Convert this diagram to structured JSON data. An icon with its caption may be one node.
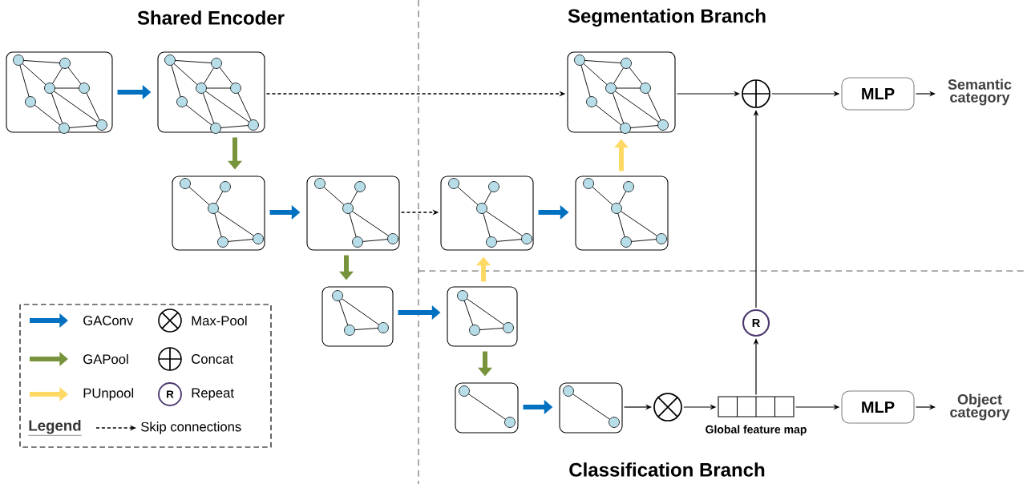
{
  "diagram": {
    "nodes": [
      {
        "text": [],
        "shape": "picture"
      },
      {
        "text": [],
        "shape": "picture"
      },
      {
        "text": [],
        "shape": "picture"
      },
      {
        "text": [],
        "shape": "circle"
      },
      {
        "text": [
          "MLP"
        ]
      },
      {
        "text": [
          "Semantic category"
        ]
      },
      {
        "text": [],
        "shape": "picture"
      },
      {
        "text": [],
        "shape": "picture"
      },
      {
        "text": [],
        "shape": "picture"
      },
      {
        "text": [],
        "shape": "picture"
      },
      {
        "text": [],
        "shape": "picture"
      },
      {
        "text": [],
        "shape": "picture"
      },
      {
        "text": [],
        "shape": "picture"
      },
      {
        "text": [],
        "shape": "picture"
      },
      {
        "text": [],
        "shape": "circle"
      },
      {
        "text": [],
        "shape": "bar",
        "beside": [
          "Global feature map"
        ]
      },
      {
        "text": [
          "MLP"
        ]
      },
      {
        "text": [
          "Object category"
        ]
      },
      {
        "text": [
          "R"
        ]
      }
    ],
    "edges": [
      {
        "from": 0,
        "to": 1,
        "arrow": "to",
        "style": "thick",
        "color": "#0070c0"
      },
      {
        "from": 1,
        "to": 2,
        "arrow": "to",
        "style": "dashed"
      },
      {
        "from": 2,
        "to": 3,
        "arrow": "to"
      },
      {
        "from": 3,
        "to": 4,
        "arrow": "to"
      },
      {
        "from": 4,
        "to": 5,
        "arrow": "to"
      },
      {
        "from": 1,
        "to": 6,
        "arrow": "to",
        "style": "thick",
        "color": "#77933c"
      },
      {
        "from": 6,
        "to": 7,
        "arrow": "to",
        "style": "thick",
        "color": "#0070c0"
      },
      {
        "from": 7,
        "to": 8,
        "arrow": "to",
        "style": "dashed"
      },
      {
        "from": 8,
        "to": 9,
        "arrow": "to",
        "style": "thick",
        "color": "#0070c0"
      },
      {
        "from": 9,
        "to": 2,
        "arrow": "to",
        "style": "thick",
        "color": "#ffd966"
      },
      {
        "from": 7,
        "to": 10,
        "arrow": "to",
        "style": "thick",
        "color": "#77933c"
      },
      {
        "from": 10,
        "to": 11,
        "arrow": "to",
        "style": "thick",
        "color": "#0070c0"
      },
      {
        "from": 11,
        "to": 8,
        "arrow": "to",
        "style": "thick",
        "color": "#ffd966"
      },
      {
        "from": 11,
        "to": 12,
        "arrow": "to",
        "style": "thick",
        "color": "#77933c"
      },
      {
        "from": 12,
        "to": 13,
        "arrow": "to",
        "style": "thick",
        "color": "#0070c0"
      },
      {
        "from": 13,
        "to": 14,
        "arrow": "to"
      },
      {
        "from": 14,
        "to": 15,
        "arrow": "to"
      },
      {
        "from": 15,
        "to": 16,
        "arrow": "to"
      },
      {
        "from": 16,
        "to": 17,
        "arrow": "to"
      },
      {
        "from": 15,
        "to": 18,
        "arrow": "to"
      },
      {
        "from": 18,
        "to": 3,
        "arrow": "to"
      }
    ],
    "labels": [
      "Shared Encoder",
      "Segmentation Branch",
      "R",
      "Legend",
      "Classification Branch"
    ],
    "legend": [
      {
        "text": "GAConv"
      },
      {
        "text": "Max-Pool"
      },
      {
        "text": "GAPool"
      },
      {
        "text": "Concat"
      },
      {
        "text": "PUnpool"
      },
      {
        "text": "Repeat"
      },
      {
        "text": "Skip connections"
      }
    ]
  }
}
